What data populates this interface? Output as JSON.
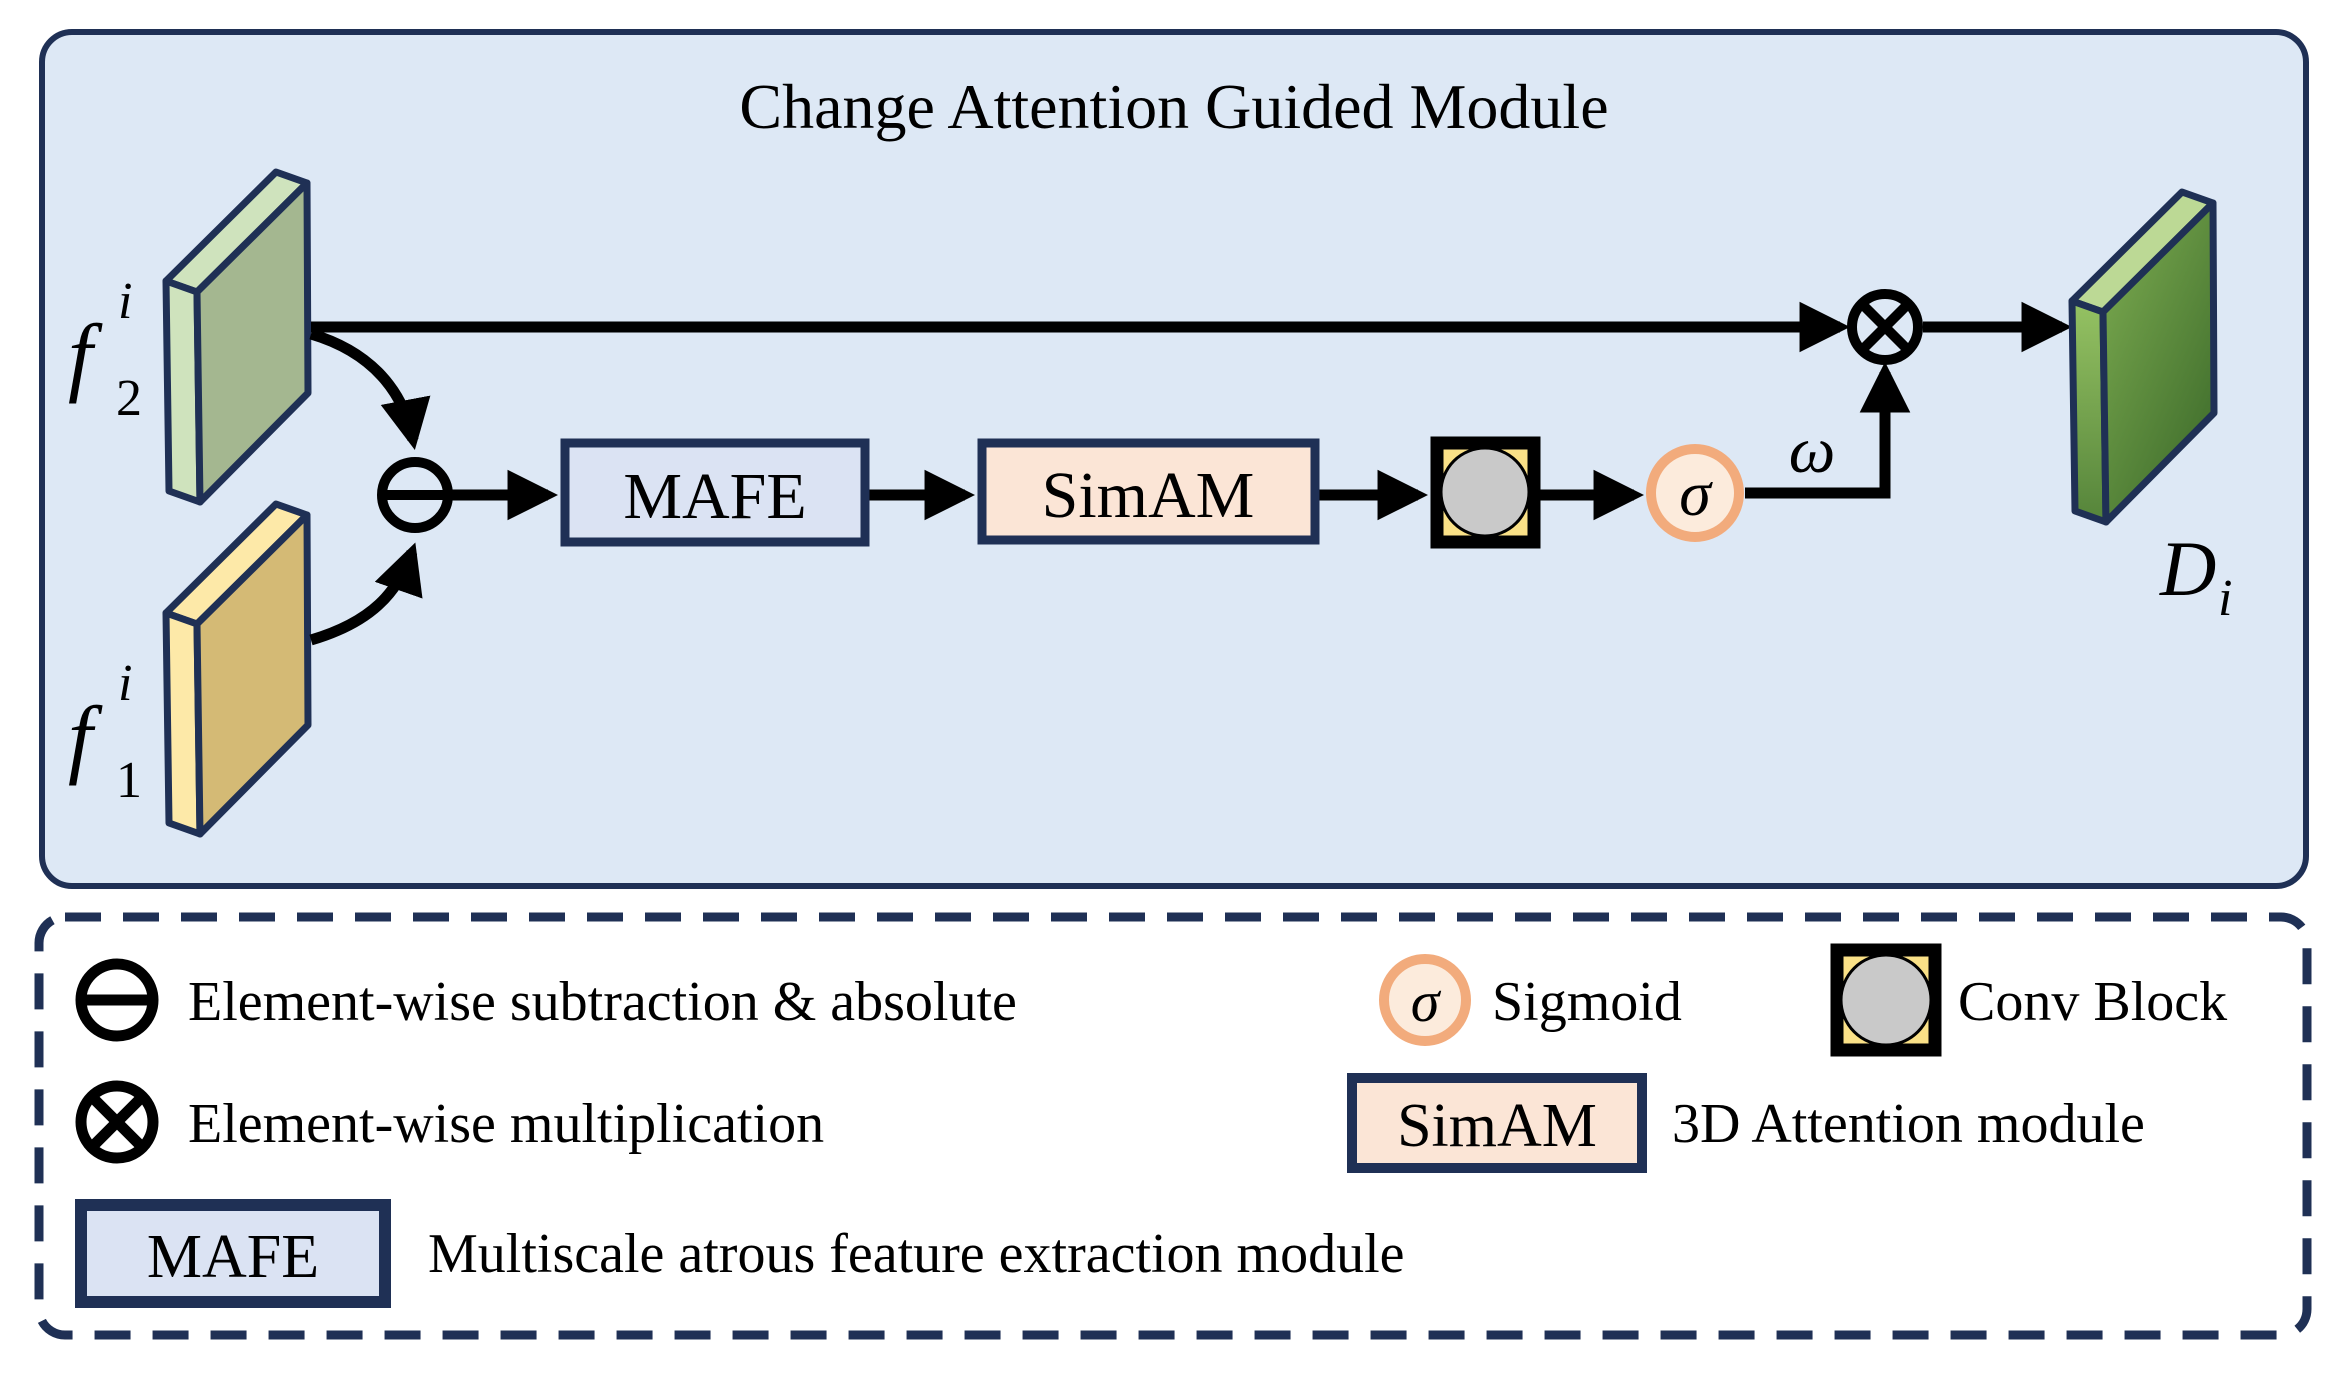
{
  "title": "Change Attention Guided Module",
  "inputs": {
    "f2_base": "f",
    "f2_sup": "i",
    "f2_sub": "2",
    "f1_base": "f",
    "f1_sup": "i",
    "f1_sub": "1"
  },
  "output": {
    "d_base": "D",
    "d_sub": "i"
  },
  "blocks": {
    "mafe": "MAFE",
    "simam": "SimAM"
  },
  "symbols": {
    "omega": "ω",
    "sigma": "σ"
  },
  "legend": {
    "subtraction_label": "Element-wise subtraction & absolute",
    "multiplication_label": "Element-wise multiplication",
    "sigmoid_symbol": "σ",
    "sigmoid_label": "Sigmoid",
    "conv_block_label": "Conv Block",
    "simam_box_label": "SimAM",
    "simam_desc": "3D Attention module",
    "mafe_box_label": "MAFE",
    "mafe_desc": "Multiscale atrous feature extraction module"
  },
  "colors": {
    "navy_border": "#1f3055",
    "panel_bg": "#dde8f5",
    "mafe_fill": "#dbe3f3",
    "simam_fill": "#fbe5d6",
    "conv_yellow": "#fae187",
    "conv_gray": "#c9c9c9",
    "sigma_stroke": "#f2ab7c",
    "sigma_fill": "#fcebdc",
    "green_face": "#a4b790",
    "green_light": "#cfe3bd",
    "yellow_face": "#d4ba75",
    "yellow_light": "#fde9a8",
    "di_face_light": "#7fae52",
    "di_face_dark": "#3e6c2b",
    "di_top": "#bcd995"
  }
}
